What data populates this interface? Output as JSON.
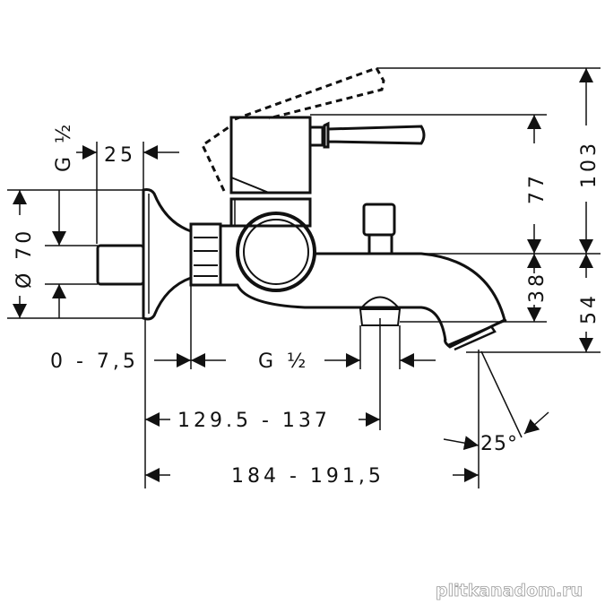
{
  "drawing": {
    "labels": {
      "thread_top": "G ½",
      "pipe_length": "25",
      "flange_diameter": "Ø 70",
      "wall_offset": "0 - 7,5",
      "thread_bottom": "G ½",
      "outlet_distance": "129.5 - 137",
      "spout_length": "184 - 191,5",
      "spout_angle": "25°",
      "lever_height": "77",
      "total_height": "103",
      "outlet_height": "38",
      "spout_drop": "54"
    },
    "line_color": "#111111"
  },
  "watermark": "plitkanadom.ru"
}
